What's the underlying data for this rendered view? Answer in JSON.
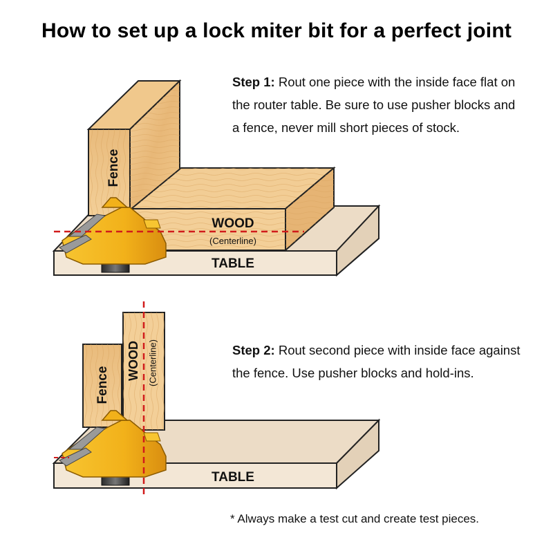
{
  "title": "How to set up a lock miter bit for a perfect joint",
  "step1": {
    "label": "Step 1:",
    "text": "Rout one piece with the inside face flat on the router table. Be sure to use pusher blocks and a fence, never mill short pieces of stock."
  },
  "step2": {
    "label": "Step 2:",
    "text": "Rout second piece with inside face against the fence. Use pusher blocks and hold-ins."
  },
  "note": "* Always make a test cut and create test pieces.",
  "diagram1": {
    "fence_label": "Fence",
    "wood_label": "WOOD",
    "centerline_label": "(Centerline)",
    "table_label": "TABLE"
  },
  "diagram2": {
    "fence_label": "Fence",
    "wood_label": "WOOD",
    "centerline_label": "(Centerline)",
    "table_label": "TABLE"
  },
  "colors": {
    "wood_light": "#f0c98e",
    "wood_mid": "#e3b06c",
    "wood_dark": "#c98d47",
    "table_top": "#ecdcc6",
    "table_front": "#f3e7d6",
    "bit_yellow": "#f2b51c",
    "bit_orange": "#e39412",
    "carbide": "#8a8a8a",
    "centerline": "#d11b1b"
  }
}
